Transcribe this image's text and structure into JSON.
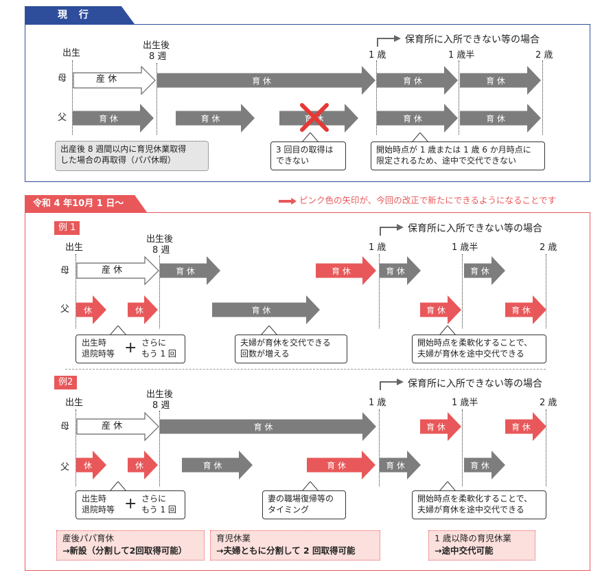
{
  "current": {
    "tab": "現 行",
    "note_nursery": "保育所に入所できない等の場合",
    "labels": {
      "birth": "出生",
      "after_birth": "出生後",
      "weeks8": "8 週",
      "age1": "1 歳",
      "age15": "1 歳半",
      "age2": "2 歳"
    },
    "rows": {
      "mother": "母",
      "father": "父"
    },
    "arrows": {
      "maternity": "産 休",
      "childcare": "育 休",
      "childcare_short": "育 休"
    },
    "notes": {
      "papa": [
        "出産後 8 週間以内に育児休業取得",
        "した場合の再取得（パパ休暇）"
      ],
      "third": [
        "3 回目の取得は",
        "できない"
      ],
      "start": [
        "開始時点が 1 歳または 1 歳 6 か月時点に",
        "限定されるため、途中で交代できない"
      ]
    }
  },
  "new": {
    "tab": "令和 4 年10月 1 日〜",
    "legend": "ピンク色の矢印が、今回の改正で新たにできるようになることです",
    "note_nursery": "保育所に入所できない等の場合",
    "labels": {
      "birth": "出生",
      "after_birth": "出生後",
      "weeks8": "8 週",
      "age1": "1 歳",
      "age15": "1 歳半",
      "age2": "2 歳"
    },
    "rows": {
      "mother": "母",
      "father": "父"
    },
    "arrows": {
      "maternity": "産 休",
      "childcare": "育 休",
      "leave": "休"
    },
    "ex1": {
      "label": "例 1",
      "notes": {
        "birth": [
          "出生時",
          "退院時等"
        ],
        "plus": "+",
        "more": [
          "さらに",
          "もう 1 回"
        ],
        "swap": [
          "夫婦が育休を交代できる",
          "回数が増える"
        ],
        "flex": [
          "開始時点を柔軟化することで、",
          "夫婦が育休を途中交代できる"
        ]
      }
    },
    "ex2": {
      "label": "例2",
      "notes": {
        "birth": [
          "出生時",
          "退院時等"
        ],
        "plus": "+",
        "more": [
          "さらに",
          "もう 1 回"
        ],
        "timing": [
          "妻の職場復帰等の",
          "タイミング"
        ],
        "flex": [
          "開始時点を柔軟化することで、",
          "夫婦が育休を途中交代できる"
        ]
      }
    },
    "summary": [
      {
        "title": "産後パパ育休",
        "body": "→新設（分割して2回取得可能）"
      },
      {
        "title": "育児休業",
        "body": "→夫婦ともに分割して 2 回取得可能"
      },
      {
        "title": "1 歳以降の育児休業",
        "body": "→途中交代可能"
      }
    ]
  },
  "colors": {
    "blue": "#2e4e9c",
    "pink": "#e8585a",
    "gray": "#7d7d7d"
  }
}
